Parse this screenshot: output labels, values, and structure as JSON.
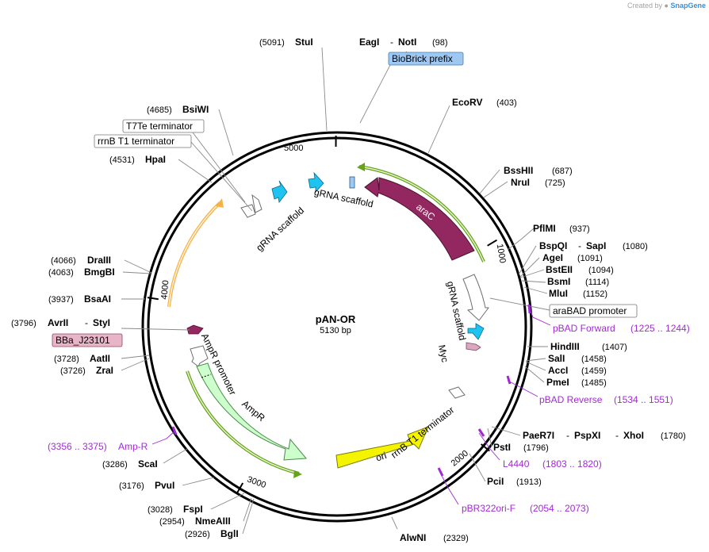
{
  "credit": {
    "prefix": "Created by",
    "brand": "SnapGene"
  },
  "plasmid": {
    "name": "pAN-OR",
    "length": "5130 bp"
  },
  "ticks": [
    "1000",
    "2000",
    "3000",
    "4000",
    "5000"
  ],
  "sites": [
    {
      "name": "StuI",
      "pos": "(5091)"
    },
    {
      "name": "EagI",
      "sep": "-",
      "name2": "NotI",
      "pos": "(98)"
    },
    {
      "name": "EcoRV",
      "pos": "(403)"
    },
    {
      "name": "BssHII",
      "pos": "(687)"
    },
    {
      "name": "NruI",
      "pos": "(725)"
    },
    {
      "name": "PflMI",
      "pos": "(937)"
    },
    {
      "name": "BspQI",
      "sep": "-",
      "name2": "SapI",
      "pos": "(1080)"
    },
    {
      "name": "AgeI",
      "pos": "(1091)"
    },
    {
      "name": "BstEII",
      "pos": "(1094)"
    },
    {
      "name": "BsmI",
      "pos": "(1114)"
    },
    {
      "name": "MluI",
      "pos": "(1152)"
    },
    {
      "name": "HindIII",
      "pos": "(1407)"
    },
    {
      "name": "SalI",
      "pos": "(1458)"
    },
    {
      "name": "AccI",
      "pos": "(1459)"
    },
    {
      "name": "PmeI",
      "pos": "(1485)"
    },
    {
      "name": "PaeR7I",
      "sep": "-",
      "name2": "PspXI",
      "sep2": "-",
      "name3": "XhoI",
      "pos": "(1780)"
    },
    {
      "name": "PstI",
      "pos": "(1796)"
    },
    {
      "name": "PciI",
      "pos": "(1913)"
    },
    {
      "name": "AlwNI",
      "pos": "(2329)"
    },
    {
      "name": "BglI",
      "pos": "(2926)"
    },
    {
      "name": "NmeAIII",
      "pos": "(2954)"
    },
    {
      "name": "FspI",
      "pos": "(3028)"
    },
    {
      "name": "PvuI",
      "pos": "(3176)"
    },
    {
      "name": "ScaI",
      "pos": "(3286)"
    },
    {
      "name": "ZraI",
      "pos": "(3726)"
    },
    {
      "name": "AatII",
      "pos": "(3728)"
    },
    {
      "name": "AvrII",
      "sep": "-",
      "name2": "StyI",
      "pos": "(3796)"
    },
    {
      "name": "BsaAI",
      "pos": "(3937)"
    },
    {
      "name": "BmgBI",
      "pos": "(4063)"
    },
    {
      "name": "DraIII",
      "pos": "(4066)"
    },
    {
      "name": "HpaI",
      "pos": "(4531)"
    },
    {
      "name": "BsiWI",
      "pos": "(4685)"
    }
  ],
  "primers": [
    {
      "name": "pBAD Forward",
      "range": "(1225 .. 1244)"
    },
    {
      "name": "pBAD Reverse",
      "range": "(1534 .. 1551)"
    },
    {
      "name": "L4440",
      "range": "(1803 .. 1820)"
    },
    {
      "name": "pBR322ori-F",
      "range": "(2054 .. 2073)"
    },
    {
      "name": "Amp-R",
      "range": "(3356 .. 3375)"
    }
  ],
  "boxed_labels": [
    "BioBrick prefix",
    "araBAD promoter",
    "BBa_J23101",
    "T7Te terminator",
    "rrnB T1 terminator"
  ],
  "features": {
    "araC": "araC",
    "gRNA_scaffold": "gRNA scaffold",
    "Myc": "Myc",
    "rrnB_T1": "rrnB T1 terminator",
    "ori": "ori",
    "AmpR": "AmpR",
    "AmpR_promoter": "AmpR promoter"
  },
  "colors": {
    "araC": "#93275f",
    "ori": "#f4f400",
    "AmpR": "#ccffcc",
    "gRNA": "#1ec3f0",
    "primer": "#a22ad6",
    "biobrick_box": "#9ec8f2",
    "bba_box": "#e8b4c8",
    "tet_arc": "#f6b24a",
    "green_arc": "#66a31a"
  }
}
